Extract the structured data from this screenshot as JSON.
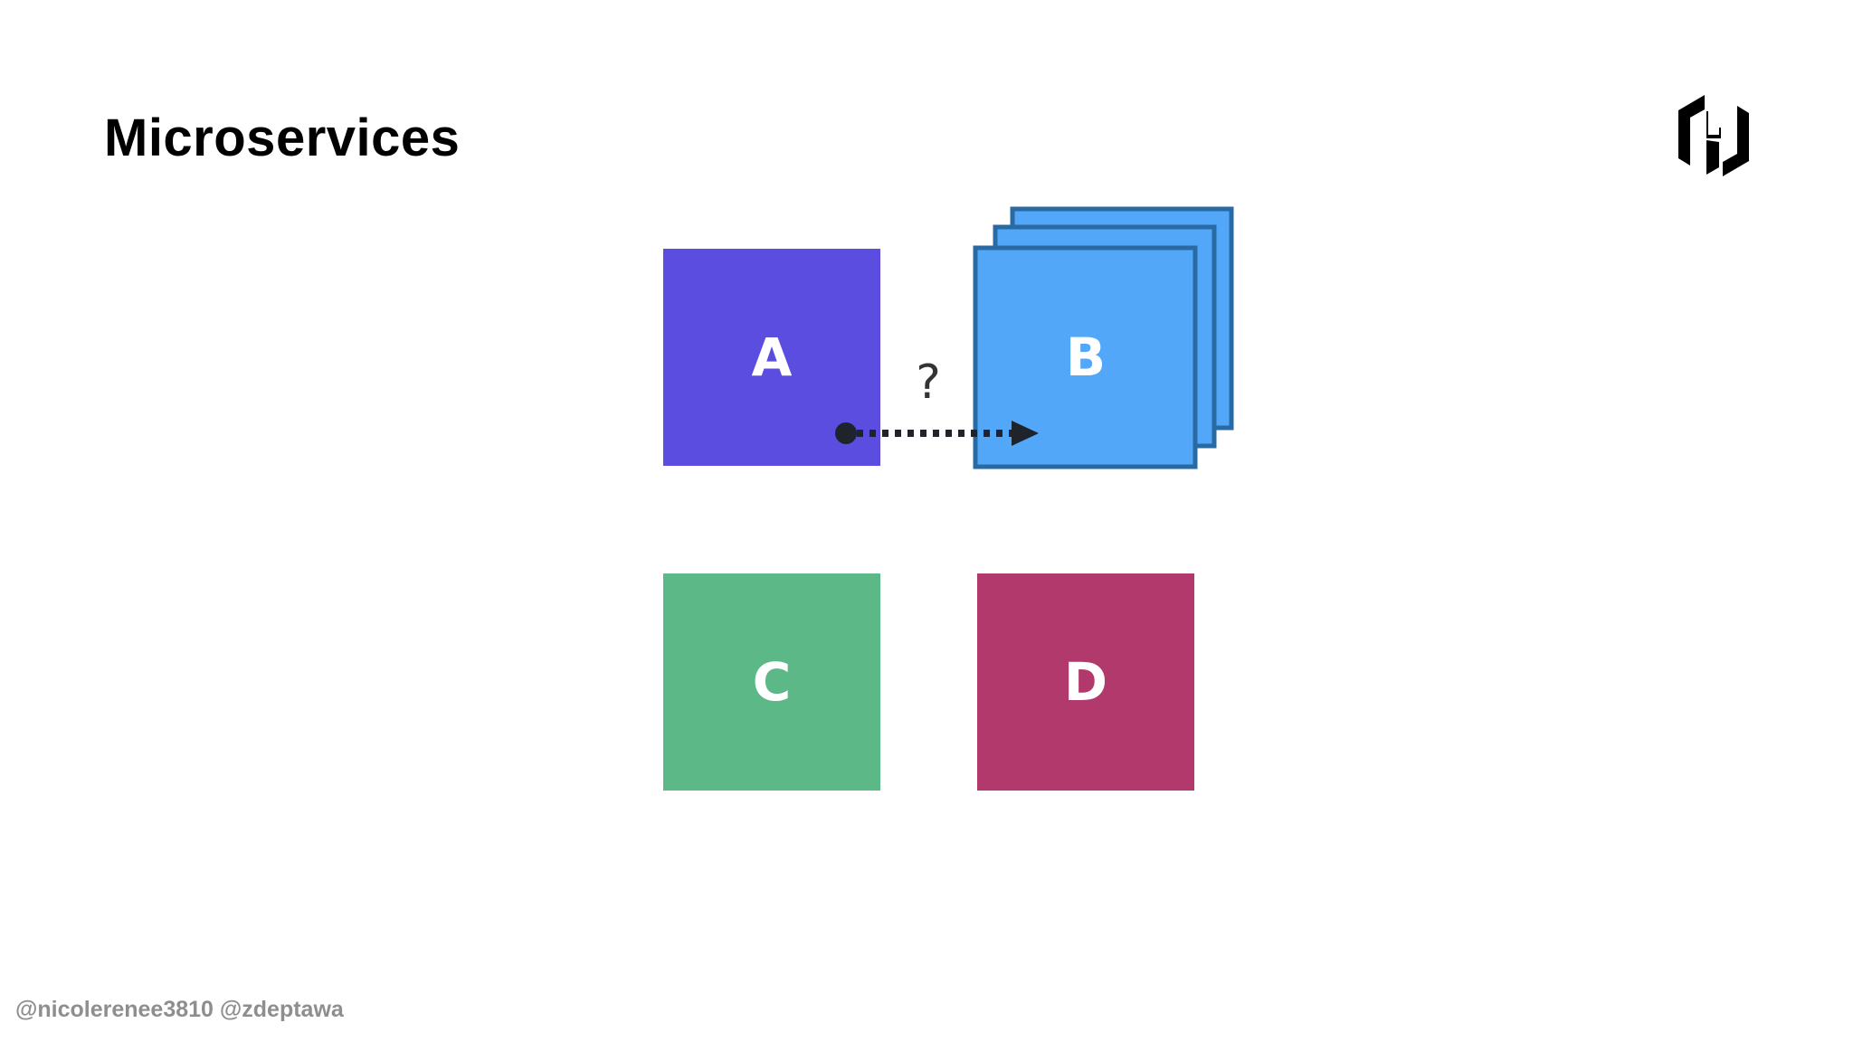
{
  "slide": {
    "title": "Microservices",
    "footer": "@nicolerenee3810 @zdeptawa",
    "logo_icon": "hashicorp-logo-icon"
  },
  "diagram": {
    "services": [
      {
        "id": "A",
        "label": "A",
        "color": "#5b4ddf"
      },
      {
        "id": "B",
        "label": "B",
        "color": "#53a7f8",
        "border_color": "#2a6aa3",
        "instances": 3
      },
      {
        "id": "C",
        "label": "C",
        "color": "#5db887"
      },
      {
        "id": "D",
        "label": "D",
        "color": "#b2396b"
      }
    ],
    "connection": {
      "from": "A",
      "to": "B",
      "style": "dotted",
      "label": "?",
      "color": "#1f232b"
    }
  }
}
